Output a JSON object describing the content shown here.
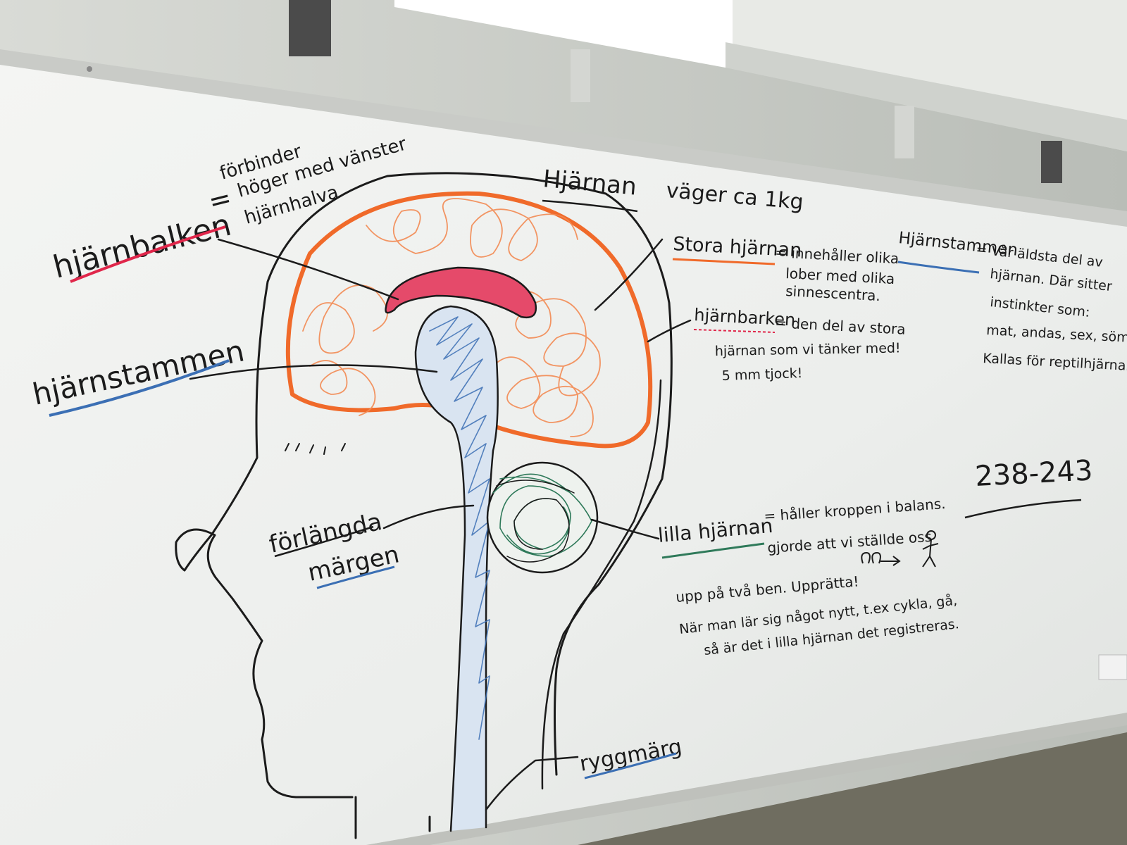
{
  "board": {
    "title": "Hjärnan",
    "weight_note": "väger ca 1kg",
    "page_ref": "238-243"
  },
  "labels": {
    "hjarnbalken": {
      "term": "hjärnbalken",
      "eq": "=",
      "line1": "förbinder",
      "line2": "höger med vänster",
      "line3": "hjärnhalva"
    },
    "hjarnstammen_left": {
      "term": "hjärnstammen"
    },
    "stora": {
      "term": "Stora hjärnan",
      "line1": "= innehåller olika",
      "line2": "lober med olika",
      "line3": "sinnescentra."
    },
    "hjarnbarken": {
      "term": "hjärnbarken",
      "line1": "= den del av stora",
      "line2": "hjärnan som vi tänker med!",
      "line3": "5 mm tjock!"
    },
    "hjarnstammen_right": {
      "term": "Hjärnstammen",
      "line1": "= Vår äldsta del av",
      "line2": "hjärnan. Där sitter",
      "line3": "instinkter som:",
      "line4": "mat, andas, sex, sömn.",
      "line5": "Kallas för reptilhjärnan."
    },
    "forlangda": {
      "line1": "förlängda",
      "line2": "märgen"
    },
    "lilla": {
      "term": "lilla hjärnan",
      "line1": "= håller kroppen i balans.",
      "line2": "gjorde att vi ställde oss",
      "line3": "upp på två ben. Upprätta!",
      "line4": "När man lär sig något nytt, t.ex cykla, gå,",
      "line5": "så är det i lilla hjärnan det registreras."
    },
    "ryggmarg": {
      "term": "ryggmärg"
    }
  },
  "colors": {
    "marker_black": "#1b1b1b",
    "marker_orange": "#f06a2a",
    "marker_red": "#e0264a",
    "marker_blue": "#3b6fb4",
    "marker_green": "#2f7a5a",
    "board_white": "#f1f2f0"
  }
}
